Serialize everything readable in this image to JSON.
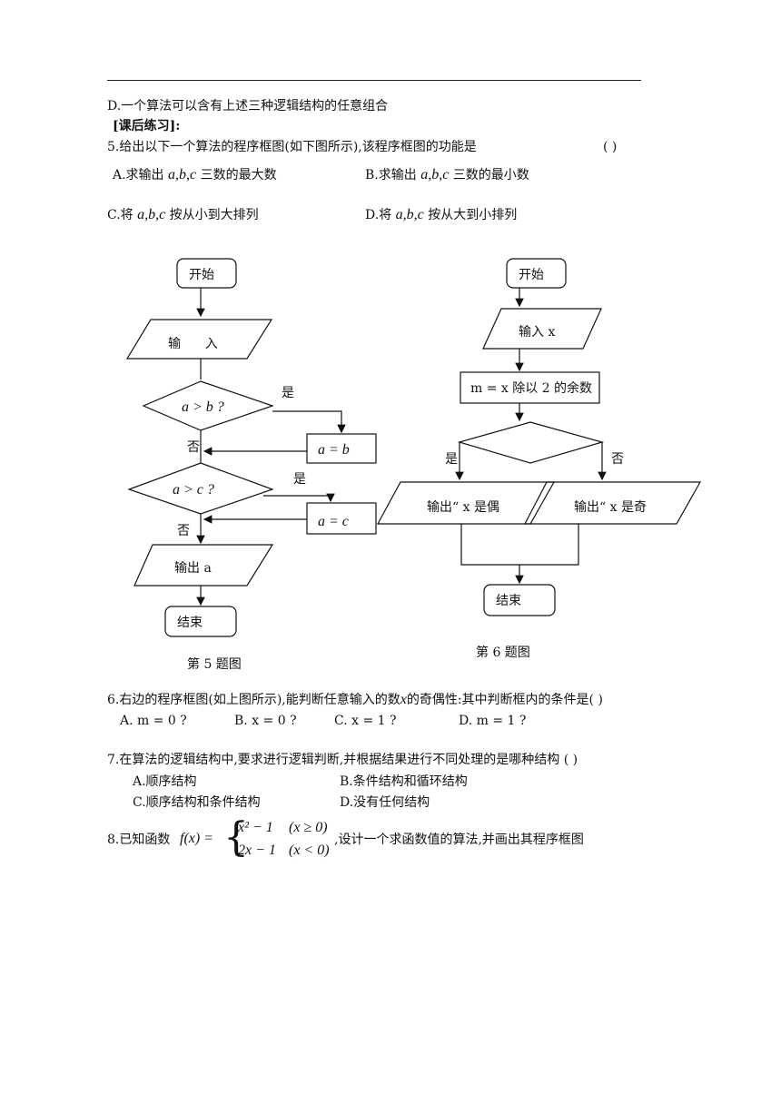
{
  "top_option_d": "D.一个算法可以含有上述三种逻辑结构的任意组合",
  "section_heading": "[课后练习]:",
  "q5": {
    "stem": "5.给出以下一个算法的程序框图(如下图所示),该程序框图的功能是",
    "paren": "(        )",
    "a_pre": "A.求输出 ",
    "a_vars": "a,b,c",
    "a_post": " 三数的最大数",
    "b_pre": "B.求输出 ",
    "b_vars": "a,b,c",
    "b_post": " 三数的最小数",
    "c_pre": "C.将 ",
    "c_vars": "a,b,c",
    "c_post": " 按从小到大排列",
    "d_pre": "D.将 ",
    "d_vars": "a,b,c",
    "d_post": " 按从大到小排列"
  },
  "fc5": {
    "start": "开始",
    "input": "输      入",
    "cond1": "a > b ?",
    "yes1": "是",
    "assign1": "a = b",
    "no1": "否",
    "cond2": "a > c ?",
    "yes2": "是",
    "assign2": "a = c",
    "no2": "否",
    "output": "输出 a",
    "end": "结束",
    "caption": "第 5 题图"
  },
  "fc6": {
    "start": "开始",
    "input": "输入 x",
    "calc": "m = x 除以 2 的余数",
    "yes": "是",
    "no": "否",
    "out_left": "输出“ x 是偶",
    "out_right": "输出“ x 是奇",
    "end": "结束",
    "caption": "第 6 题图"
  },
  "q6": {
    "stem": "6.右边的程序框图(如上图所示),能判断任意输入的数",
    "var": "x",
    "stem2": "的奇偶性:其中判断框内的条件是(        )",
    "a": "A. m = 0 ?",
    "b": "B. x = 0  ?",
    "c": "C. x = 1  ?",
    "d": "D. m = 1 ?"
  },
  "q7": {
    "stem": "7.在算法的逻辑结构中,要求进行逻辑判断,并根据结果进行不同处理的是哪种结构 (        )",
    "a": "A.顺序结构",
    "b": "B.条件结构和循环结构",
    "c": "C.顺序结构和条件结构",
    "d": "D.没有任何结构"
  },
  "q8": {
    "pre": "8.已知函数",
    "func": "f(x) =",
    "case1": "x² − 1",
    "cond1": "(x ≥ 0)",
    "case2": "2x − 1",
    "cond2": "(x < 0)",
    "post": ",设计一个求函数值的算法,并画出其程序框图"
  }
}
